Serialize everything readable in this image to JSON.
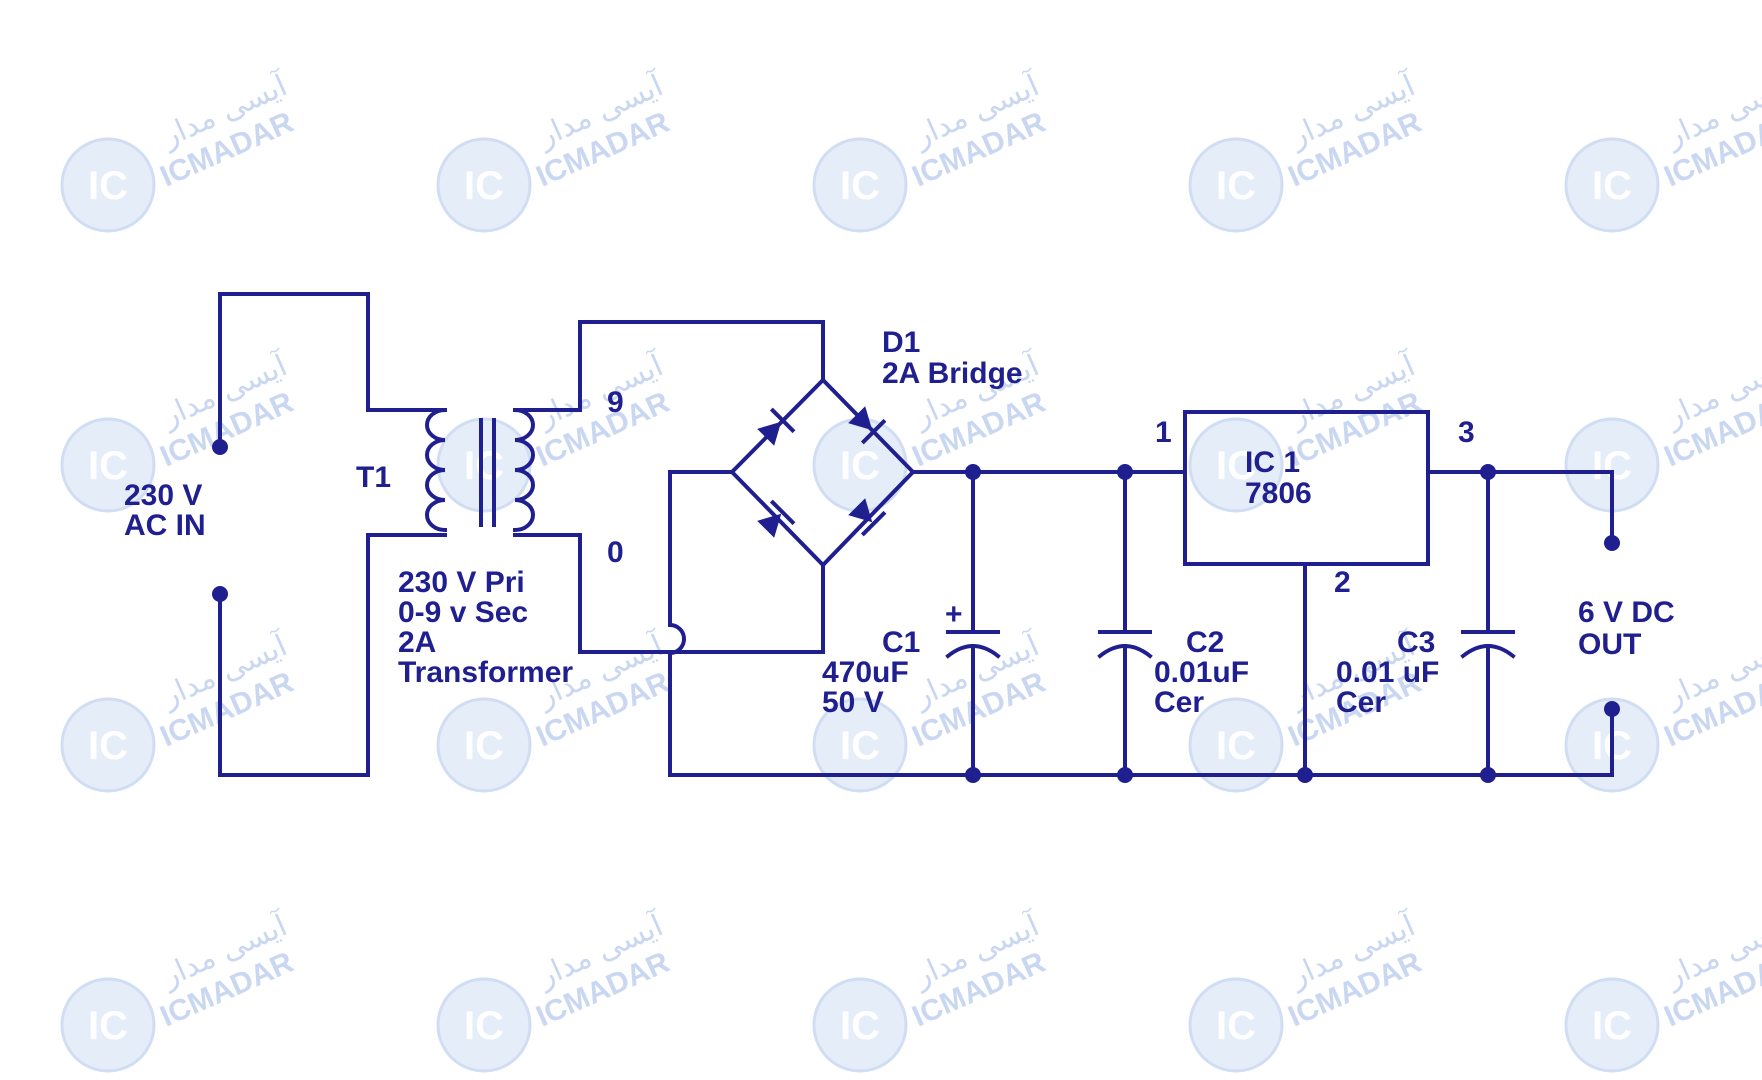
{
  "watermark": {
    "logo": "IC",
    "logo_sub": "MADAR",
    "arabic": "آیسی مدار",
    "latin": "ICMADAR"
  },
  "labels": {
    "ac_in_line1": "230 V",
    "ac_in_line2": "AC IN",
    "t1": "T1",
    "tap_9": "9",
    "tap_0": "0",
    "trans_line1": "230 V Pri",
    "trans_line2": "0-9  v Sec",
    "trans_line3": "2A",
    "trans_line4": "Transformer",
    "d1_line1": "D1",
    "d1_line2": "2A Bridge",
    "c1_name": "C1",
    "c1_value": "470uF",
    "c1_voltage": "50 V",
    "c1_plus": "+",
    "c2_name": "C2",
    "c2_value": "0.01uF",
    "c2_type": "Cer",
    "c3_name": "C3",
    "c3_value": "0.01 uF",
    "c3_type": "Cer",
    "ic_line1": "IC 1",
    "ic_line2": "7806",
    "pin1": "1",
    "pin2": "2",
    "pin3": "3",
    "out_line1": "6 V DC",
    "out_line2": "OUT"
  },
  "colors": {
    "wire": "#1f1f8f",
    "watermark": "#9db7e6",
    "background": "#ffffff"
  }
}
